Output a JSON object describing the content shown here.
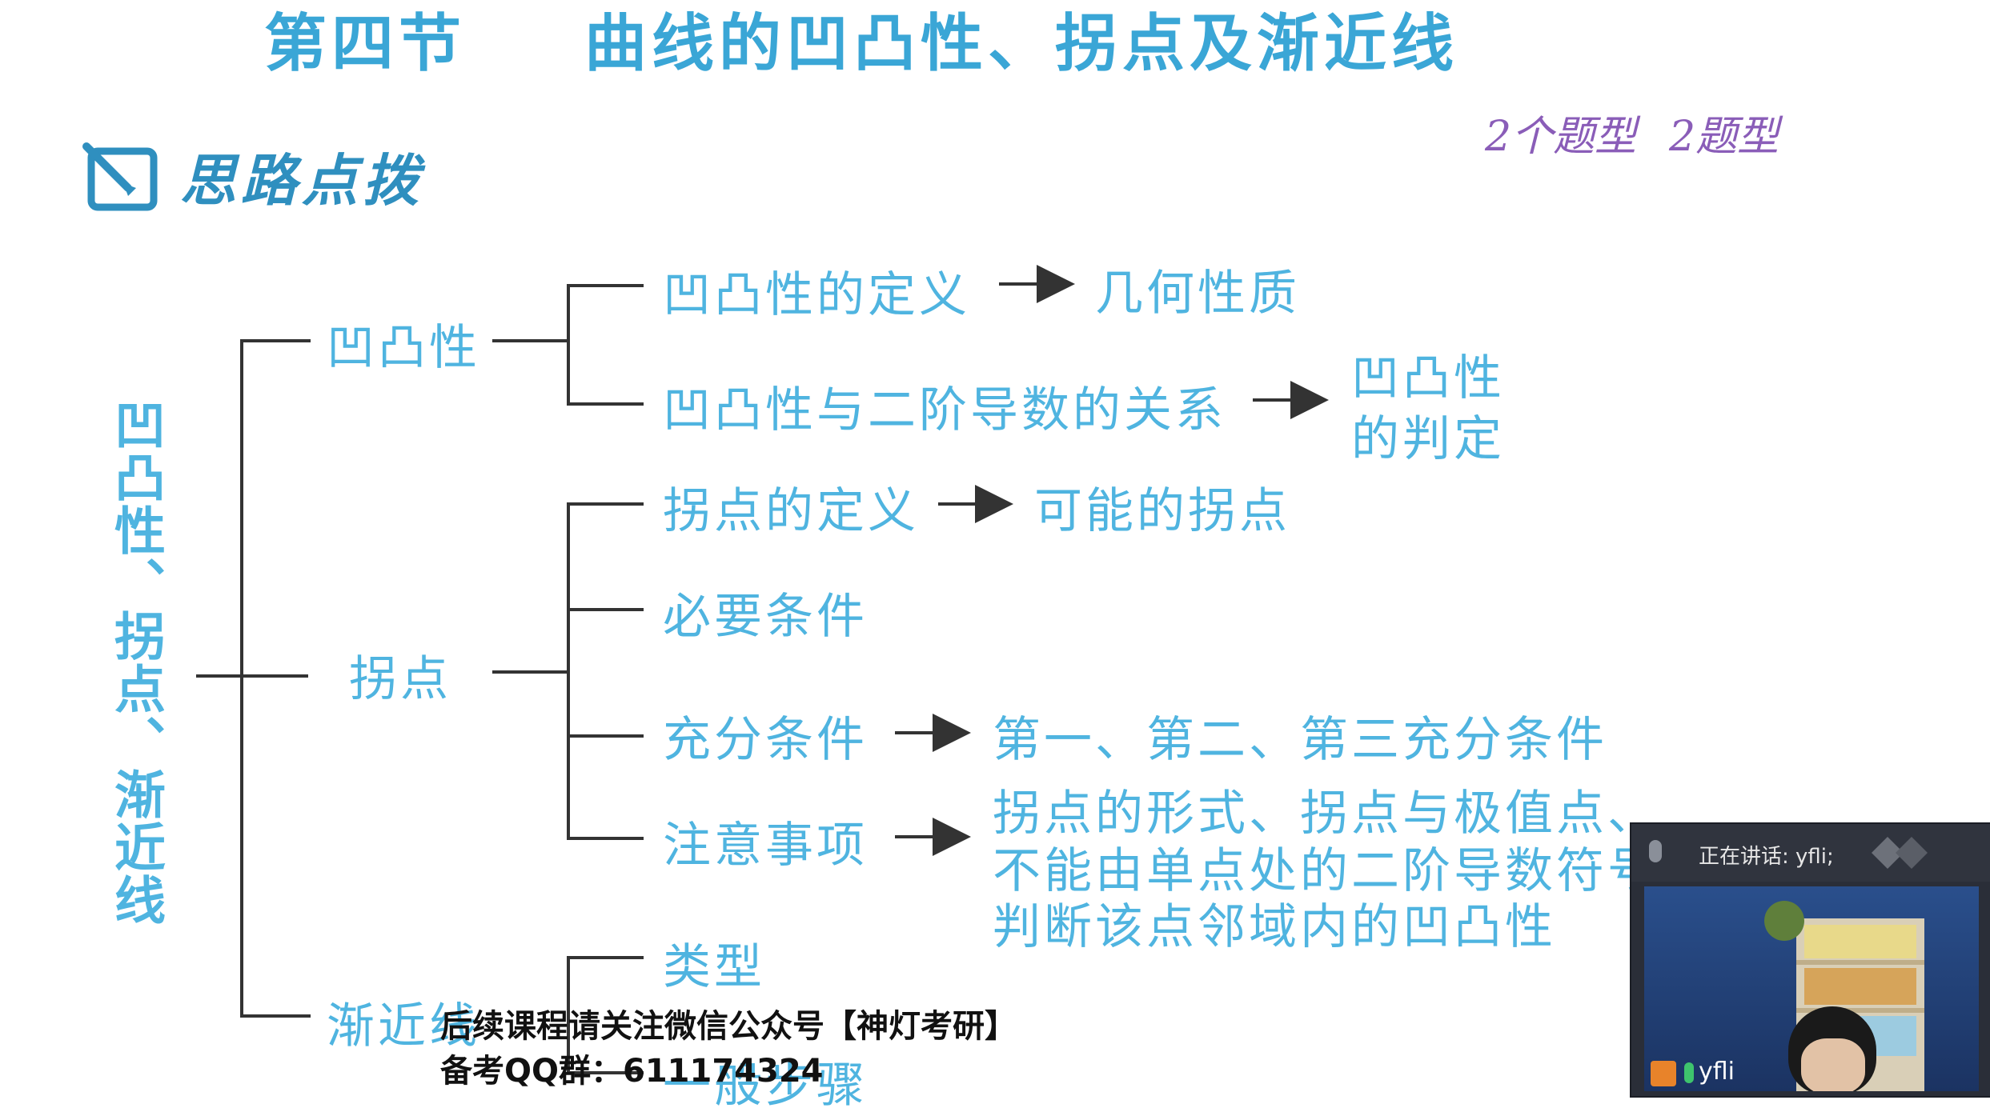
{
  "header": {
    "section": "第四节",
    "title": "曲线的凹凸性、拐点及渐近线"
  },
  "hand_notes": {
    "left": "2个题型",
    "right": "2题型"
  },
  "section_label": "思路点拨",
  "root": "凹凸性、拐点、渐近线",
  "branches": {
    "concavity": {
      "label": "凹凸性",
      "items": [
        {
          "text": "凹凸性的定义",
          "result": "几何性质"
        },
        {
          "text": "凹凸性与二阶导数的关系",
          "result_line1": "凹凸性",
          "result_line2": "的判定"
        }
      ]
    },
    "inflection": {
      "label": "拐点",
      "items": [
        {
          "text": "拐点的定义",
          "result": "可能的拐点"
        },
        {
          "text": "必要条件"
        },
        {
          "text": "充分条件",
          "result": "第一、第二、第三充分条件"
        },
        {
          "text": "注意事项",
          "result_line1": "拐点的形式、拐点与极值点、",
          "result_line2": "不能由单点处的二阶导数符号",
          "result_line3": "判断该点邻域内的凹凸性"
        }
      ]
    },
    "asymptote": {
      "label": "渐近线",
      "items": [
        {
          "text": "类型"
        },
        {
          "text": "一般步骤"
        }
      ]
    }
  },
  "watermark": {
    "line1": "后续课程请关注微信公众号【神灯考研】",
    "line2": "备考QQ群：611174324"
  },
  "video_overlay": {
    "speaking": "正在讲话: yfli;",
    "user": "yfli"
  },
  "colors": {
    "title": "#3aa6d6",
    "node": "#4fb4e0",
    "line": "#333333",
    "hand_note": "#8a5db8"
  }
}
